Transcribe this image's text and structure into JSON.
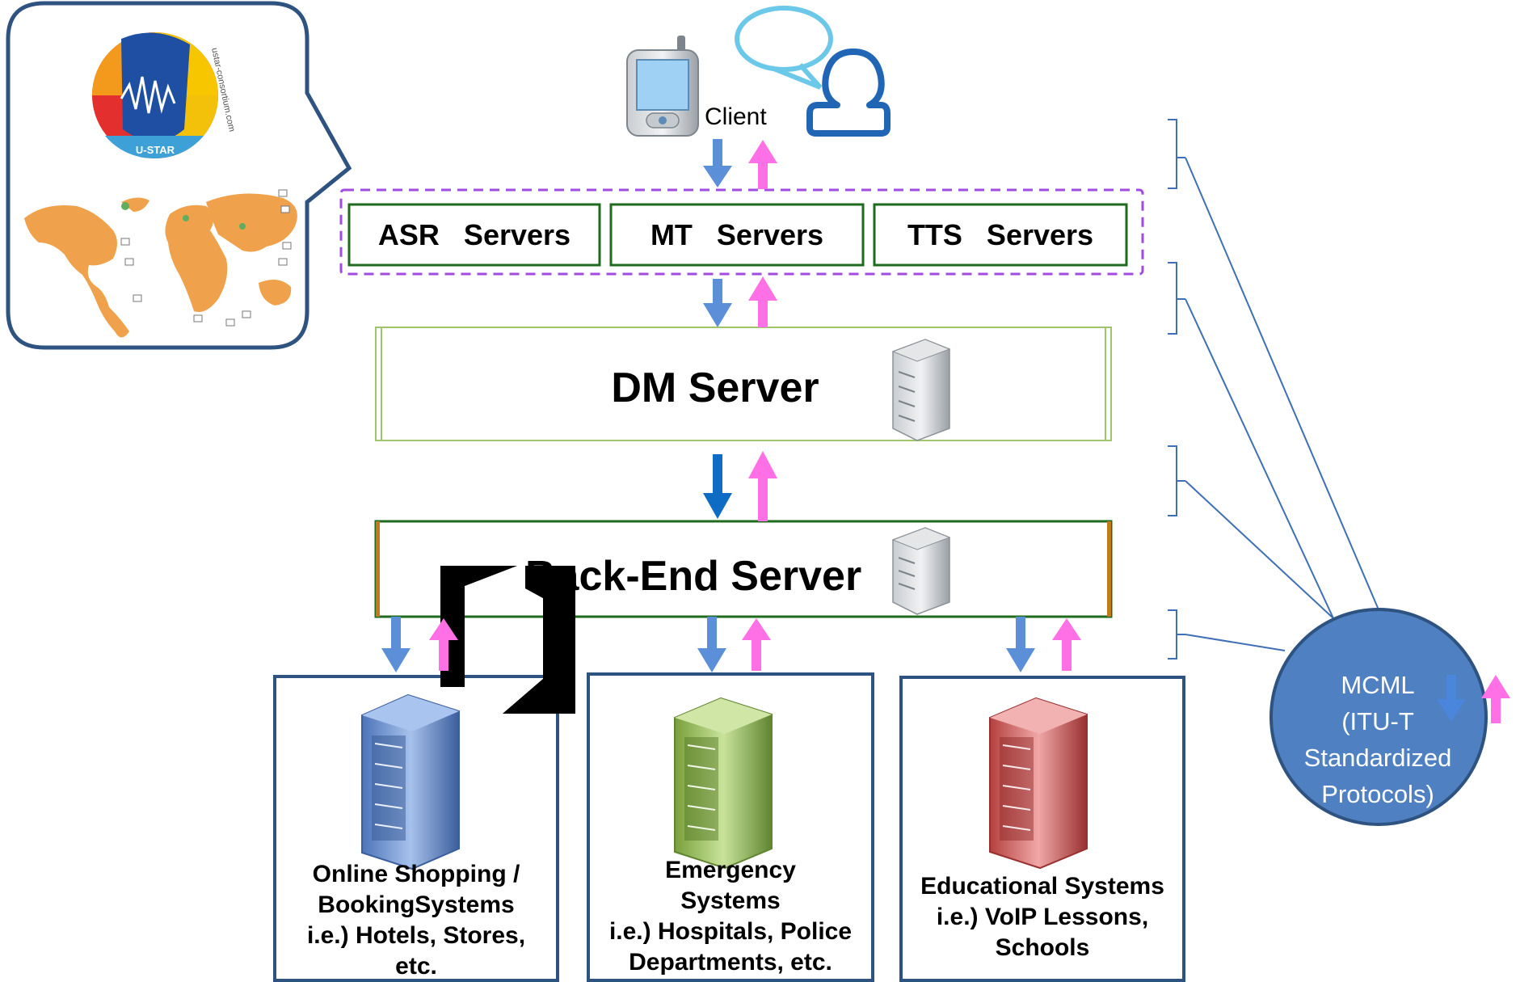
{
  "client": {
    "label": "Client"
  },
  "frontend_servers": [
    {
      "label": "ASR   Servers"
    },
    {
      "label": "MT   Servers"
    },
    {
      "label": "TTS   Servers"
    }
  ],
  "dm_server": {
    "label": "DM Server"
  },
  "backend_server": {
    "label": "Back-End Server"
  },
  "systems": [
    {
      "lines": [
        "Online Shopping /",
        "BookingSystems",
        "i.e.) Hotels, Stores,",
        "etc."
      ]
    },
    {
      "lines": [
        "Emergency",
        "Systems",
        "i.e.) Hospitals, Police",
        "Departments, etc."
      ]
    },
    {
      "lines": [
        "Educational Systems",
        "i.e.) VoIP Lessons,",
        "Schools"
      ]
    }
  ],
  "mcml": {
    "lines": [
      "MCML",
      "(ITU-T",
      "Standardized",
      "Protocols)"
    ]
  },
  "logo": {
    "brand": "U-STAR",
    "url_text": "ustar-consortium.com"
  },
  "colors": {
    "down_arrow": "#4a7fd4",
    "up_arrow": "#ff6fe6",
    "server_box_border": "#1e6b1e",
    "group_border": "#a24be0",
    "dm_border": "#9fc46a",
    "system_border": "#2e5380",
    "mcml_fill": "#4f80c2",
    "server_blue": "#6e93cf",
    "server_green": "#94b85a",
    "server_red": "#cf5a5a"
  }
}
